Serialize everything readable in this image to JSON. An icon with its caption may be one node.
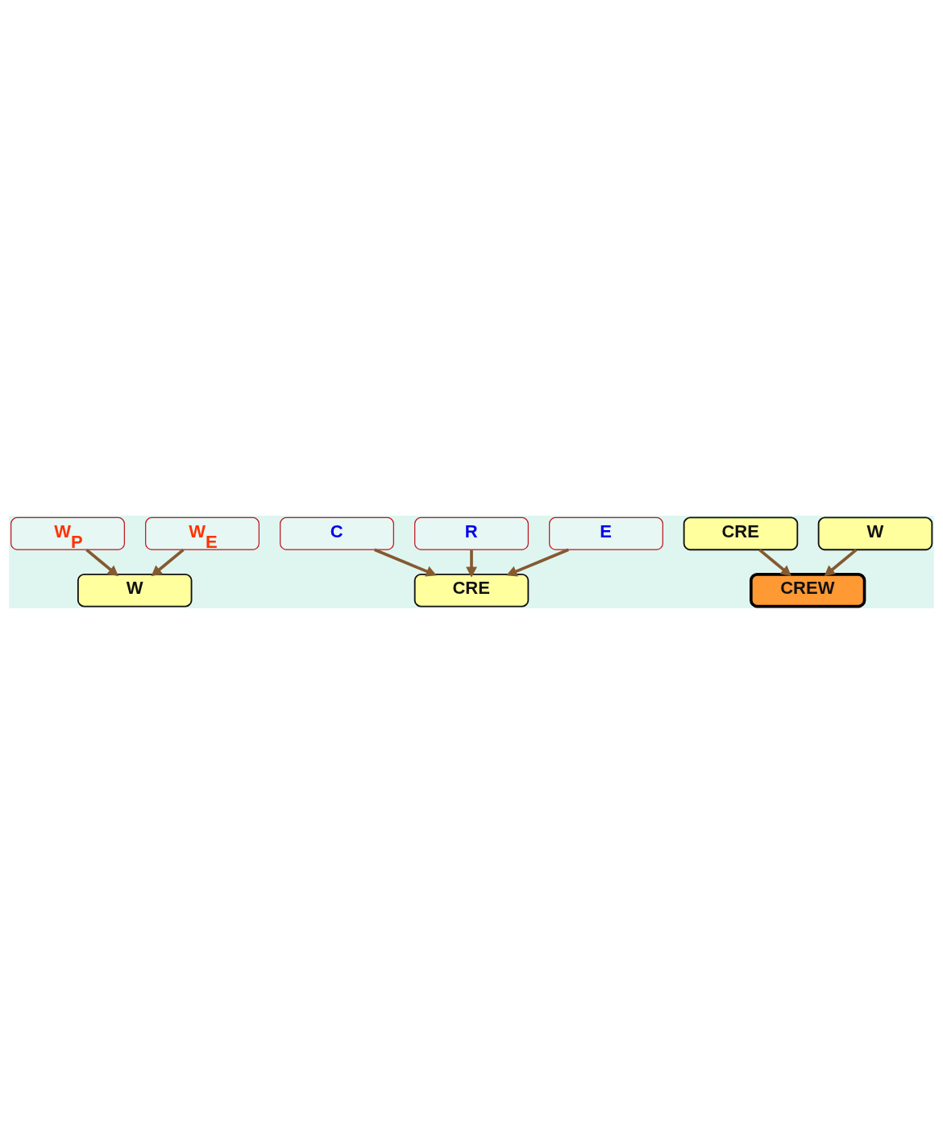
{
  "diagram": {
    "nodes": [
      {
        "text": [
          "W$_{P}$"
        ]
      },
      {
        "text": [
          "W$_{E}$"
        ]
      },
      {
        "text": [
          "W"
        ]
      },
      {
        "text": [
          "C"
        ]
      },
      {
        "text": [
          "R"
        ]
      },
      {
        "text": [
          "E"
        ]
      },
      {
        "text": [
          "CRE"
        ]
      },
      {
        "text": [
          "CRE"
        ]
      },
      {
        "text": [
          "W"
        ]
      },
      {
        "text": [
          "CREW"
        ]
      }
    ],
    "edges": [
      {
        "from": 0,
        "to": 2,
        "arrow": "to"
      },
      {
        "from": 1,
        "to": 2,
        "arrow": "to"
      },
      {
        "from": 3,
        "to": 6,
        "arrow": "to"
      },
      {
        "from": 4,
        "to": 6,
        "arrow": "to"
      },
      {
        "from": 5,
        "to": 6,
        "arrow": "to"
      },
      {
        "from": 7,
        "to": 9,
        "arrow": "to"
      },
      {
        "from": 8,
        "to": 9,
        "arrow": "to"
      }
    ]
  }
}
